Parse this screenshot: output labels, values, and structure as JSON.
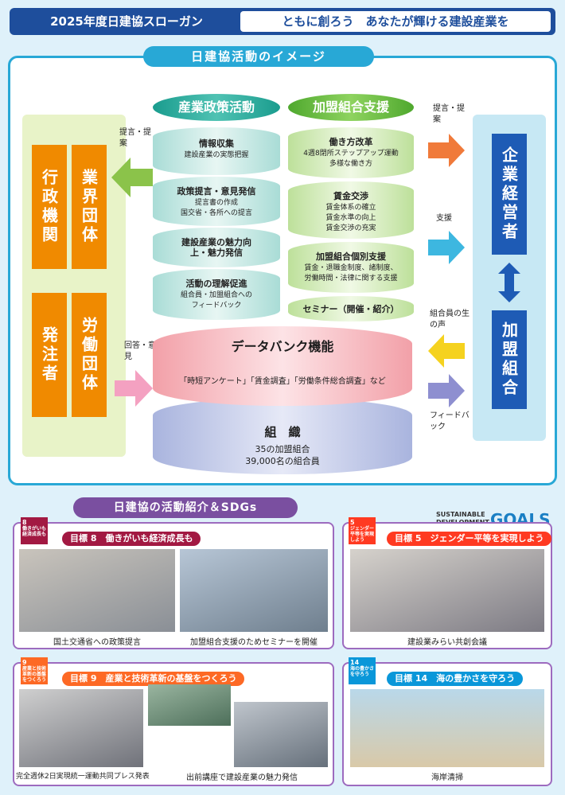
{
  "slogan": {
    "label": "2025年度日建協スローガン",
    "text": "ともに創ろう　あなたが輝ける建設産業を"
  },
  "main": {
    "title": "日建協活動のイメージ",
    "left_orgs": [
      "行政機関",
      "業界団体",
      "発注者",
      "労働団体"
    ],
    "right_orgs": [
      "企業経営者",
      "加盟組合"
    ],
    "industry_policy": {
      "header": "産業政策活動",
      "items": [
        {
          "title": "情報収集",
          "lines": [
            "建設産業の実態把握"
          ]
        },
        {
          "title": "政策提言・意見発信",
          "lines": [
            "提言書の作成",
            "国交省・各所への提言"
          ]
        },
        {
          "title": "建設産業の魅力向上・魅力発信",
          "lines": []
        },
        {
          "title": "活動の理解促進",
          "lines": [
            "組合員・加盟組合への",
            "フィードバック"
          ]
        }
      ]
    },
    "union_support": {
      "header": "加盟組合支援",
      "items": [
        {
          "title": "働き方改革",
          "lines": [
            "4週8閉所ステップアップ運動",
            "多様な働き方"
          ]
        },
        {
          "title": "賃金交渉",
          "lines": [
            "賃金体系の確立",
            "賃金水準の向上",
            "賃金交渉の充実"
          ]
        },
        {
          "title": "加盟組合個別支援",
          "lines": [
            "賃金・退職金制度、諸制度、",
            "労働時間・法律に関する支援"
          ]
        },
        {
          "title": "セミナー（開催・紹介）",
          "lines": []
        }
      ]
    },
    "arrow_labels": {
      "left_top": "提言・提案",
      "left_bottom": "回答・意見",
      "right_1": "提言・提案",
      "right_2": "支援",
      "right_3": "組合員の生の声",
      "right_4": "フィードバック"
    },
    "databank": {
      "title": "データバンク機能",
      "text": "「時短アンケート」「賃金調査」「労働条件総合調査」など"
    },
    "organization": {
      "title": "組　織",
      "line1": "35の加盟組合",
      "line2": "39,000名の組合員"
    }
  },
  "bottom": {
    "title": "日建協の活動紹介＆SDGs",
    "sdg_logo_line1": "SUSTAINABLE",
    "sdg_logo_line2": "DEVELOPMENT",
    "sdg_logo_goals": "GOALS",
    "cards": [
      {
        "sdg_number": "8",
        "sdg_text": "働きがいも経済成長も",
        "color": "#a21942",
        "goal": "目標 8　働きがいも経済成長も",
        "captions": [
          "国土交通省への政策提言",
          "加盟組合支援のためセミナーを開催"
        ]
      },
      {
        "sdg_number": "5",
        "sdg_text": "ジェンダー平等を実現しよう",
        "color": "#ff3a21",
        "goal": "目標 5　ジェンダー平等を実現しよう",
        "captions": [
          "建設業みらい共創会議"
        ]
      },
      {
        "sdg_number": "9",
        "sdg_text": "産業と技術革新の基盤をつくろう",
        "color": "#fd6925",
        "goal": "目標 9　産業と技術革新の基盤をつくろう",
        "captions": [
          "完全週休2日実現統一運動共同プレス発表",
          "出前講座で建設産業の魅力発信"
        ]
      },
      {
        "sdg_number": "14",
        "sdg_text": "海の豊かさを守ろう",
        "color": "#0a97d9",
        "goal": "目標 14　海の豊かさを守ろう",
        "captions": [
          "海岸清掃"
        ]
      }
    ]
  },
  "colors": {
    "accent_blue": "#1e4e9c",
    "cyan": "#28a8d6",
    "orange": "#f08a00",
    "purple": "#7a4fa0"
  }
}
